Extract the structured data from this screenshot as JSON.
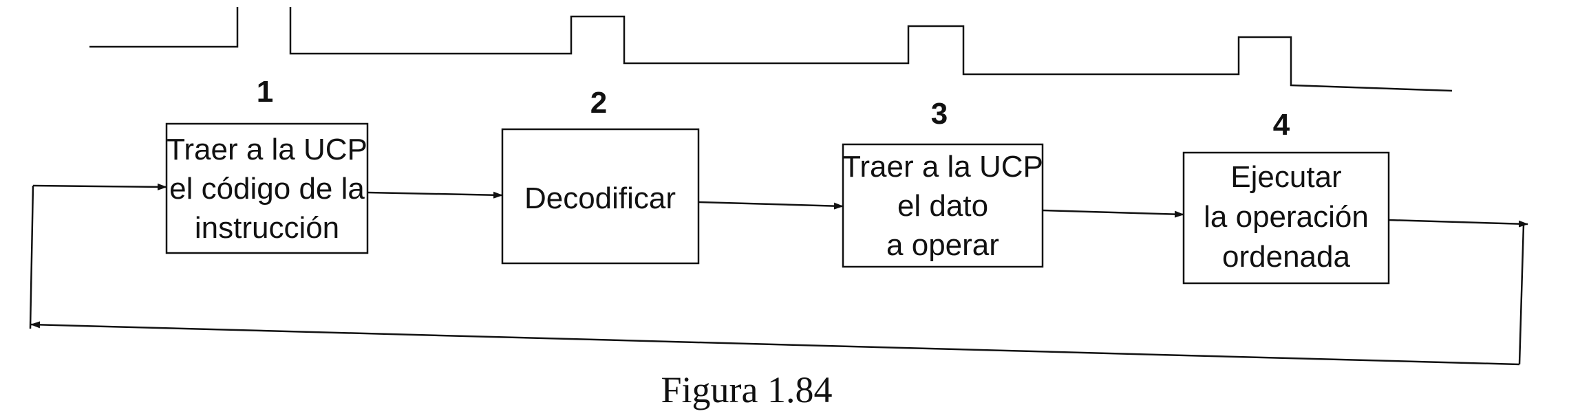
{
  "steps": [
    {
      "number": "1",
      "lines": [
        "Traer a la UCP",
        "el código de la",
        "instrucción"
      ]
    },
    {
      "number": "2",
      "lines": [
        "Decodificar"
      ]
    },
    {
      "number": "3",
      "lines": [
        "Traer a la UCP",
        "el dato",
        "a operar"
      ]
    },
    {
      "number": "4",
      "lines": [
        "Ejecutar",
        "la operación",
        "ordenada"
      ]
    }
  ],
  "caption": "Figura 1.84",
  "colors": {
    "ink": "#111111",
    "background": "#ffffff"
  }
}
